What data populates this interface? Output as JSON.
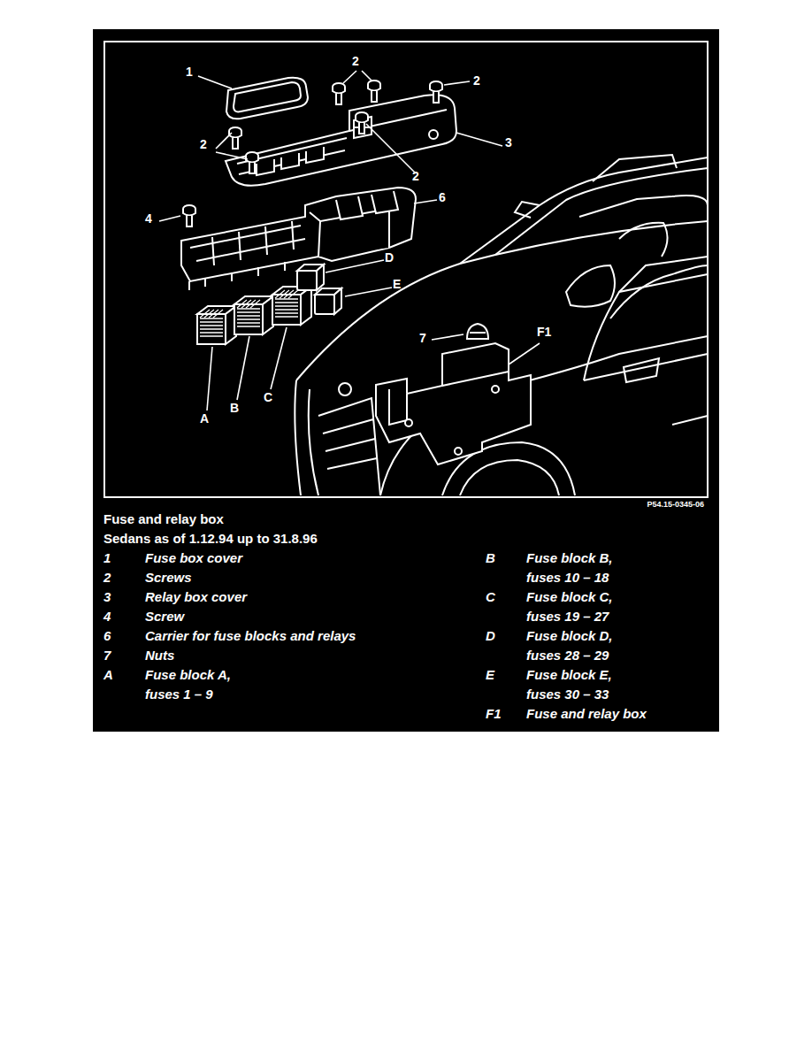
{
  "diagram": {
    "title": "Fuse and relay box",
    "labels": [
      "1",
      "2",
      "2",
      "2",
      "2",
      "3",
      "6",
      "4",
      "D",
      "E",
      "7",
      "F1",
      "A",
      "B",
      "C",
      "P54.15-0345-06",
      "Sedans as of 1.12.94 up to 31.8.96",
      "1",
      "Fuse box cover",
      "2",
      "Screws",
      "3",
      "Relay box cover",
      "4",
      "Screw",
      "6",
      "Carrier for fuse blocks and relays",
      "7",
      "Nuts",
      "A",
      "Fuse block A, fuses 1 – 9",
      "B",
      "Fuse block B, fuses 10 – 18",
      "C",
      "Fuse block C, fuses 19 – 27",
      "D",
      "Fuse block D, fuses 28 – 29",
      "E",
      "Fuse block E, fuses 30 – 33",
      "F1",
      "Fuse and relay box"
    ]
  }
}
